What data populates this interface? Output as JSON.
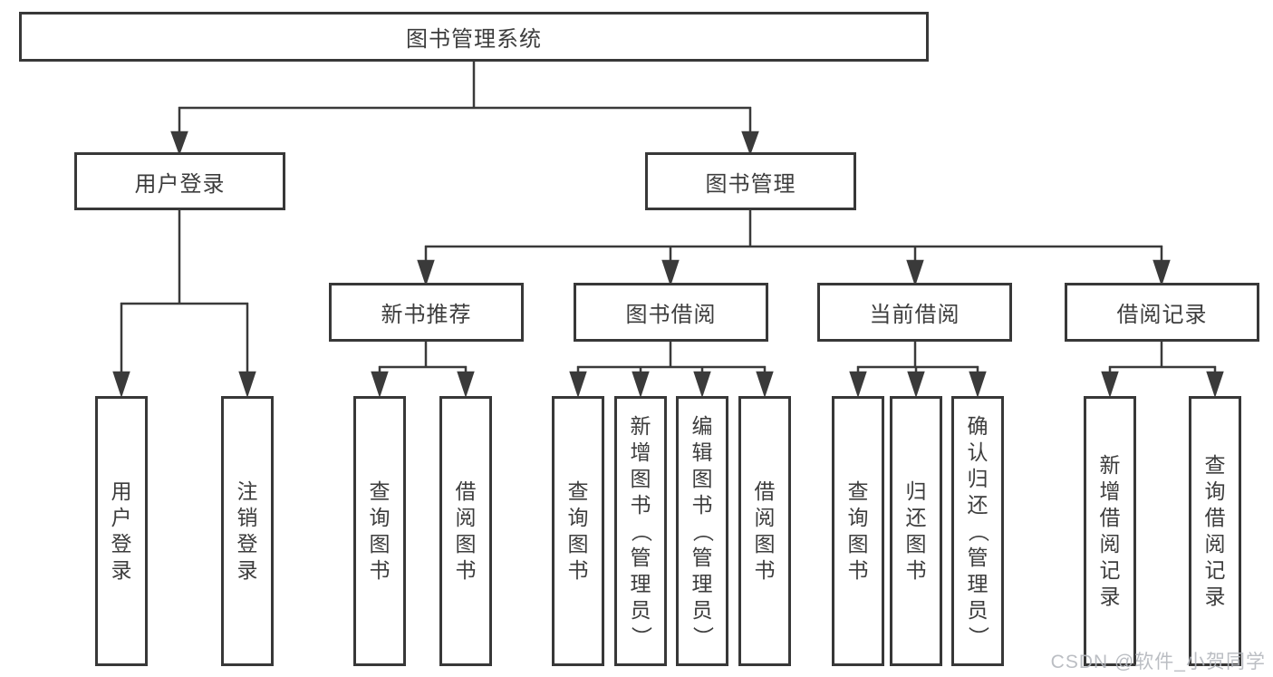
{
  "root": {
    "label": "图书管理系统"
  },
  "branches": [
    {
      "label": "用户登录",
      "children": [
        {
          "label": "用户登录"
        },
        {
          "label": "注销登录"
        }
      ]
    },
    {
      "label": "图书管理",
      "groups": [
        {
          "label": "新书推荐",
          "children": [
            {
              "label": "查询图书"
            },
            {
              "label": "借阅图书"
            }
          ]
        },
        {
          "label": "图书借阅",
          "children": [
            {
              "label": "查询图书"
            },
            {
              "label": "新增图书（管理员）"
            },
            {
              "label": "编辑图书（管理员）"
            },
            {
              "label": "借阅图书"
            }
          ]
        },
        {
          "label": "当前借阅",
          "children": [
            {
              "label": "查询图书"
            },
            {
              "label": "归还图书"
            },
            {
              "label": "确认归还（管理员）"
            }
          ]
        },
        {
          "label": "借阅记录",
          "children": [
            {
              "label": "新增借阅记录"
            },
            {
              "label": "查询借阅记录"
            }
          ]
        }
      ]
    }
  ],
  "watermark": {
    "text": "CSDN @软件_小贺同学"
  },
  "colors": {
    "line": "#3a3a3a",
    "box_border": "#383838",
    "box_fill": "#ffffff",
    "text": "#3d3d3d",
    "watermark": "#b4b7bd"
  }
}
